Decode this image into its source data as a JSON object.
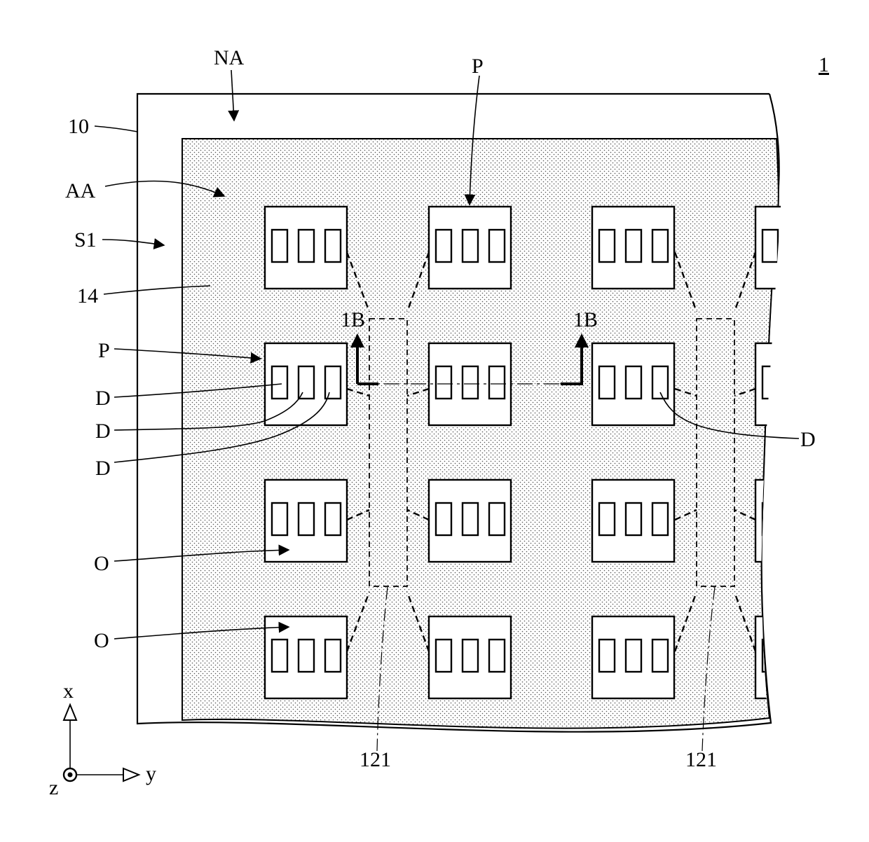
{
  "figure_number": "1",
  "labels": {
    "NA": "NA",
    "P_top": "P",
    "ref_10": "10",
    "AA": "AA",
    "S1": "S1",
    "ref_14": "14",
    "section_left": "1B",
    "section_right": "1B",
    "P_left": "P",
    "D1": "D",
    "D2": "D",
    "D3": "D",
    "D_right": "D",
    "O1": "O",
    "O2": "O",
    "ref_121_left": "121",
    "ref_121_right": "121"
  },
  "axes": {
    "x": "x",
    "y": "y",
    "z": "z"
  }
}
